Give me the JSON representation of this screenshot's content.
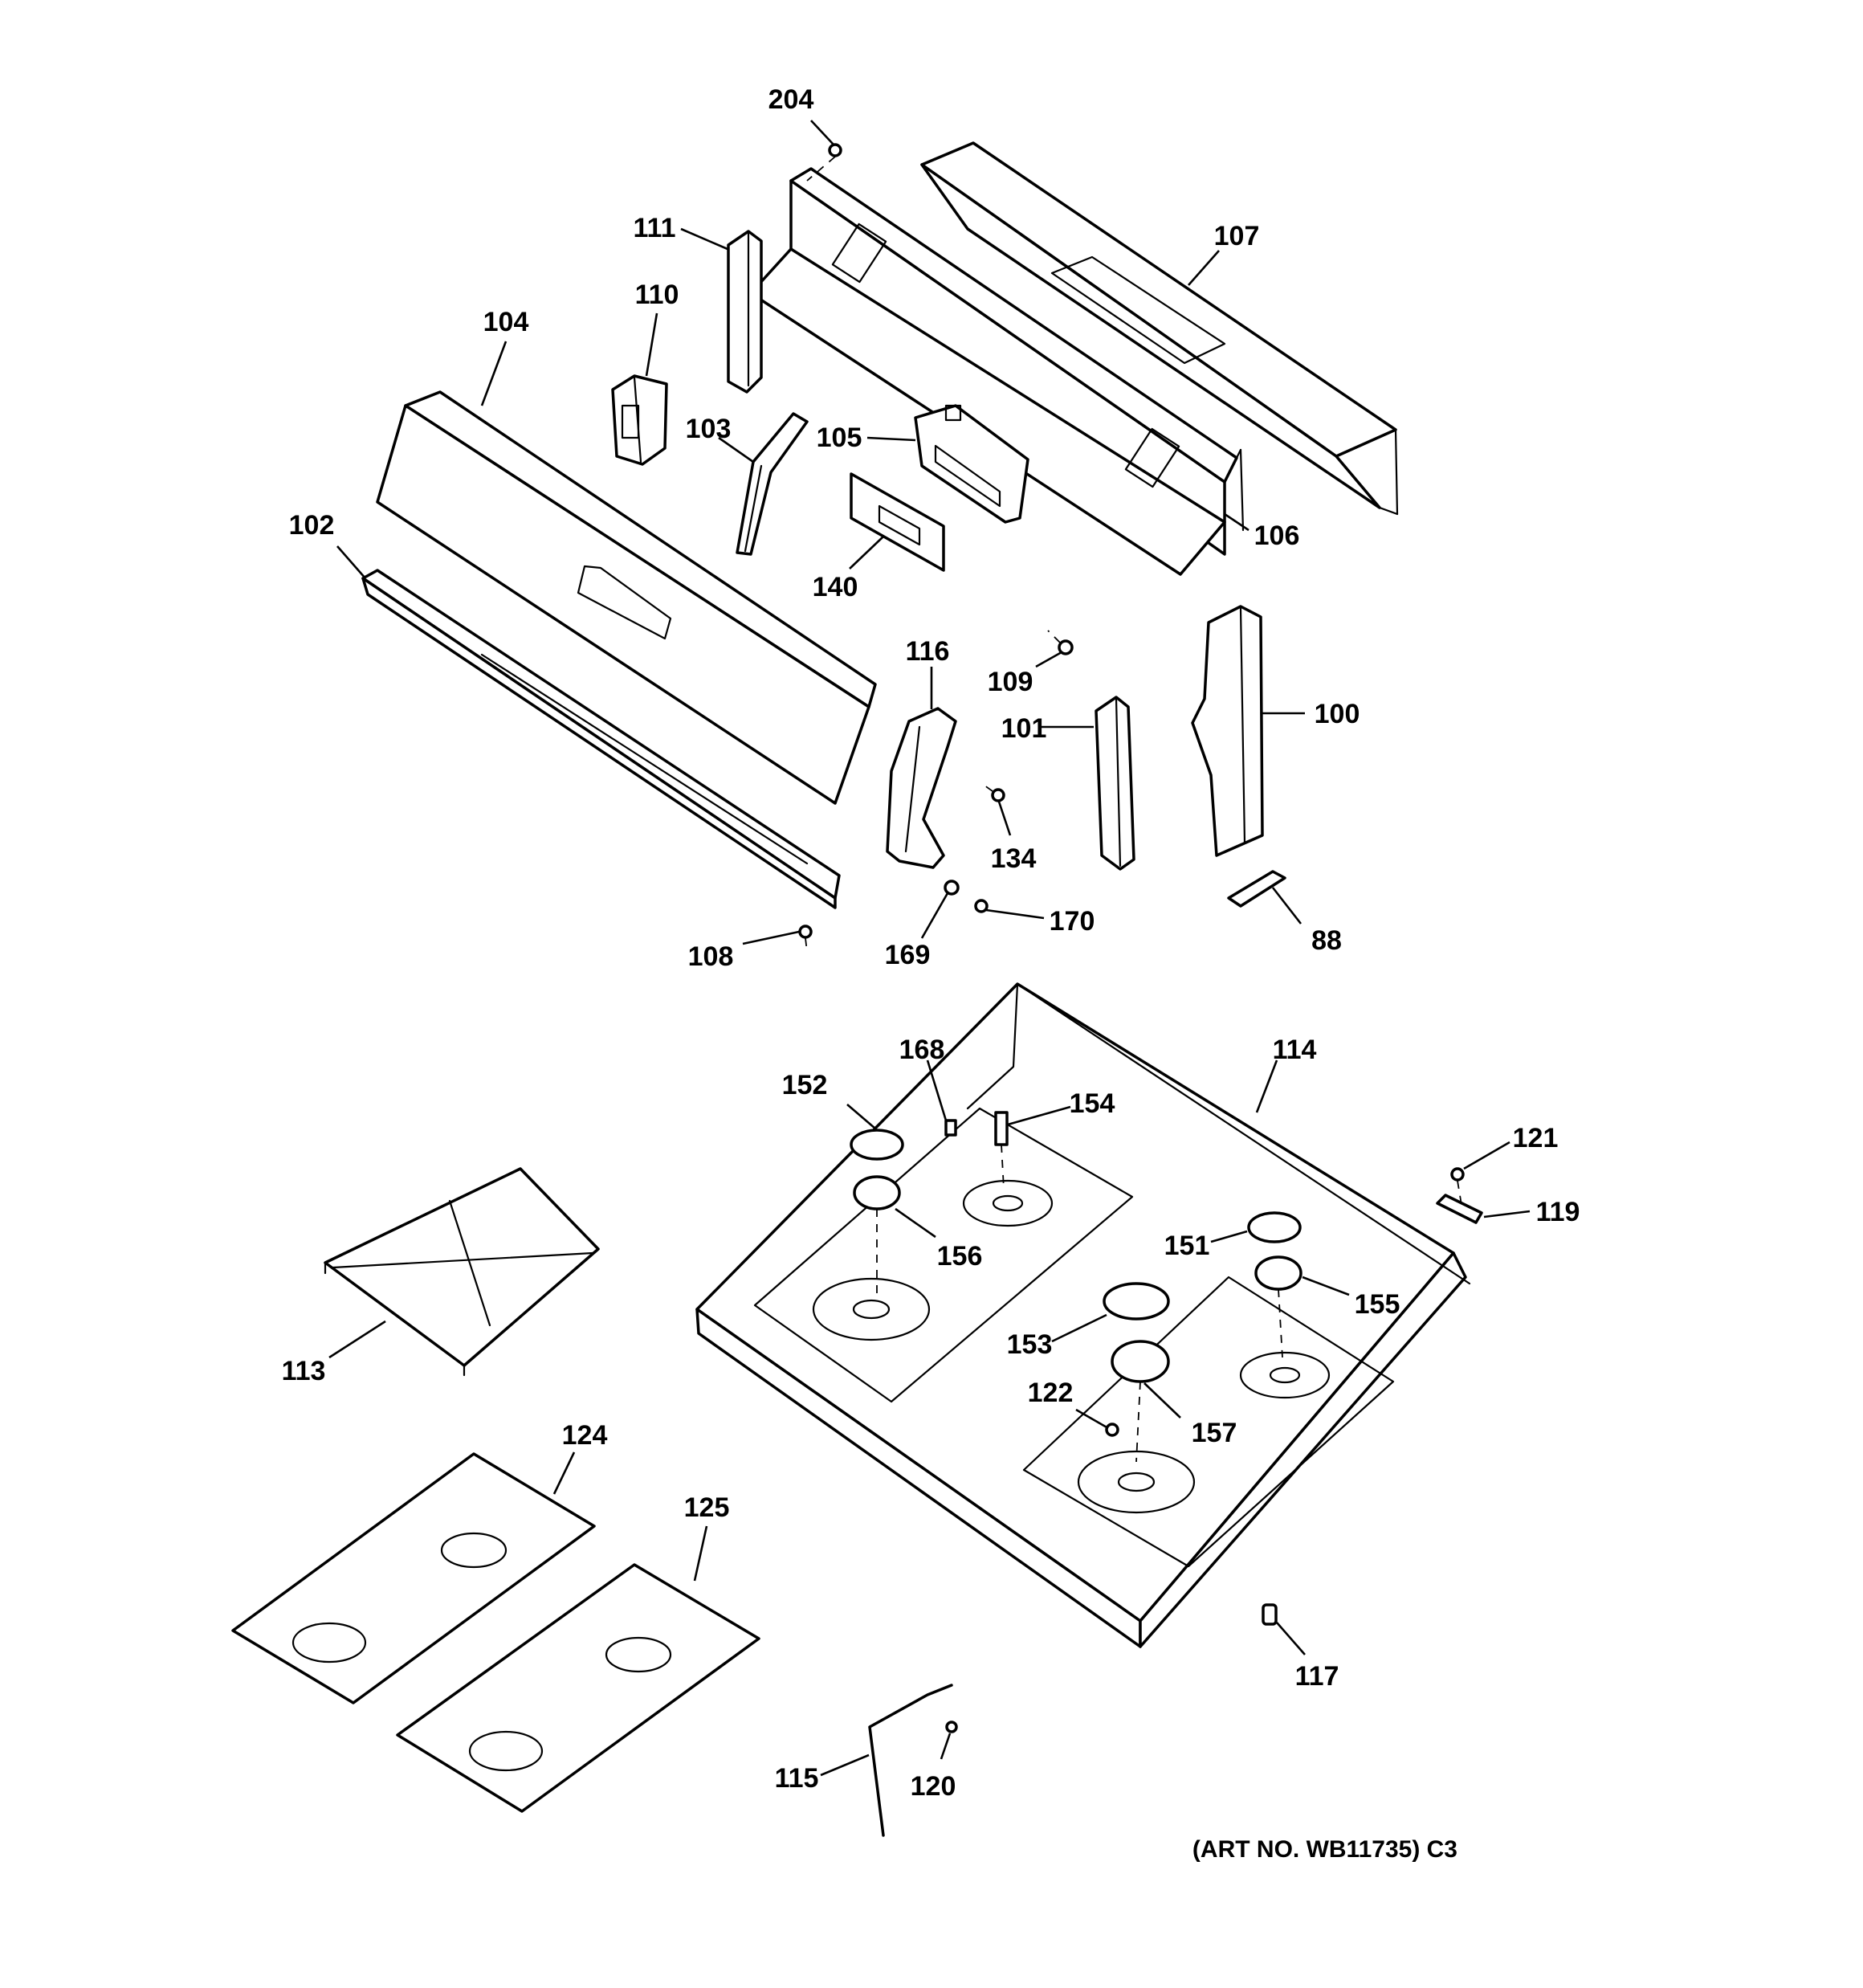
{
  "callouts": {
    "c204": "204",
    "c111": "111",
    "c107": "107",
    "c110": "110",
    "c104": "104",
    "c103": "103",
    "c105": "105",
    "c106": "106",
    "c102": "102",
    "c140": "140",
    "c116": "116",
    "c109": "109",
    "c101": "101",
    "c100": "100",
    "c134": "134",
    "c170": "170",
    "c169": "169",
    "c88": "88",
    "c108": "108",
    "c168": "168",
    "c114": "114",
    "c152": "152",
    "c154": "154",
    "c121": "121",
    "c156": "156",
    "c119": "119",
    "c151": "151",
    "c155": "155",
    "c113": "113",
    "c153": "153",
    "c122": "122",
    "c157": "157",
    "c124": "124",
    "c125": "125",
    "c117": "117",
    "c115": "115",
    "c120": "120"
  },
  "art_number": "(ART NO. WB11735) C3"
}
